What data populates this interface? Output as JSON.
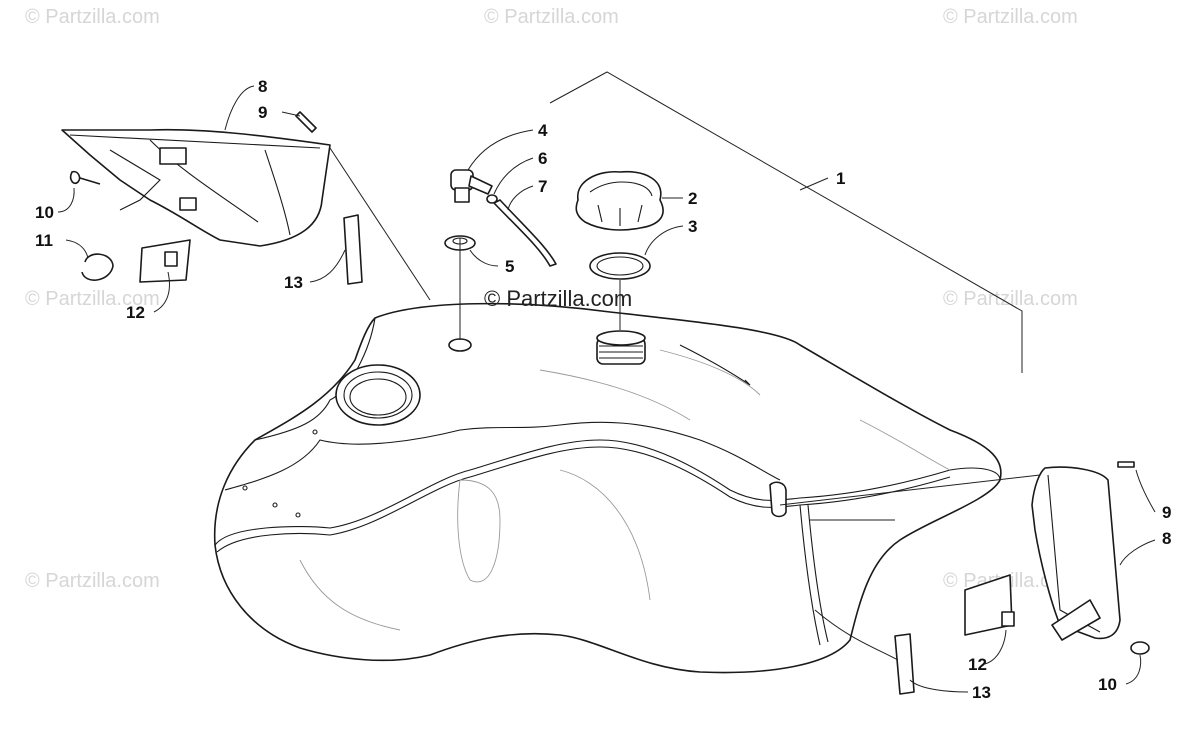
{
  "watermark": {
    "text": "© Partzilla.com",
    "center_text": "© Partzilla.com"
  },
  "callouts": {
    "c1": "1",
    "c2": "2",
    "c3": "3",
    "c4": "4",
    "c5": "5",
    "c6": "6",
    "c7": "7",
    "c8_left": "8",
    "c9_left": "9",
    "c10_left": "10",
    "c11": "11",
    "c12_left": "12",
    "c13_left": "13",
    "c8_right": "8",
    "c9_right": "9",
    "c10_right": "10",
    "c12_right": "12",
    "c13_right": "13"
  },
  "colors": {
    "line": "#1a1a1a",
    "watermark": "#d6d6d6",
    "background": "#ffffff"
  }
}
